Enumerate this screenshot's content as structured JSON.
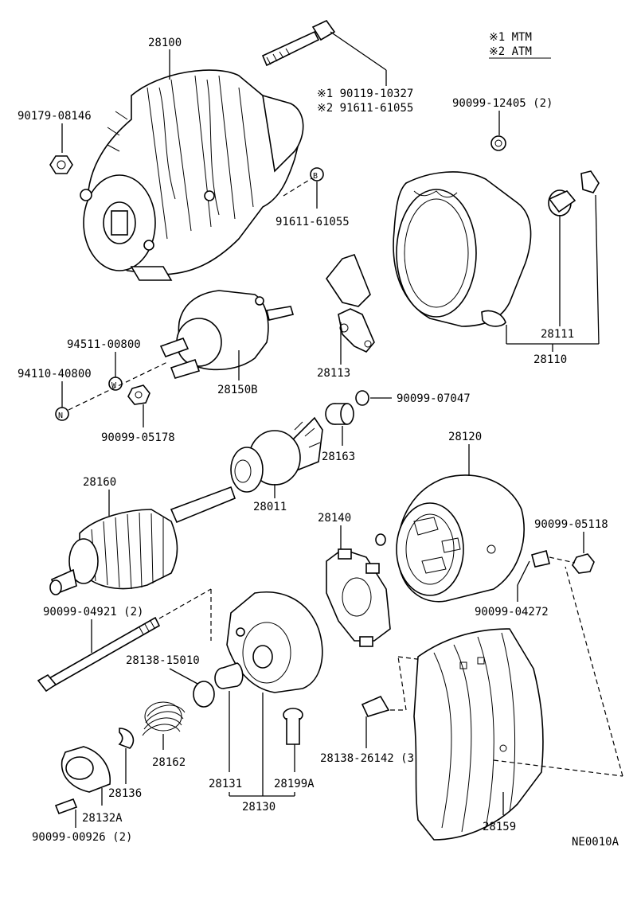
{
  "legend": {
    "line1": "※1 MTM",
    "line2": "※2 ATM"
  },
  "labels": {
    "p28100": "28100",
    "p90179": "90179-08146",
    "p90119": "※1  90119-10327",
    "p91611a": "※2  91611-61055",
    "p90099_12405": "90099-12405 (2)",
    "marker_b": "B",
    "p91611b": "91611-61055",
    "p94511": "94511-00800",
    "marker_w": "W",
    "p94110": "94110-40800",
    "marker_n": "N",
    "p28150b": "28150B",
    "p90099_05178": "90099-05178",
    "p28113": "28113",
    "p28111": "28111",
    "p28110": "28110",
    "p90099_07047": "90099-07047",
    "p28163": "28163",
    "p28120": "28120",
    "p28160": "28160",
    "p28011": "28011",
    "p28140": "28140",
    "p90099_05118": "90099-05118",
    "p90099_04272": "90099-04272",
    "p90099_04921": "90099-04921 (2)",
    "p28138_15010": "28138-15010",
    "p28162": "28162",
    "p28136": "28136",
    "p28131": "28131",
    "p28199a": "28199A",
    "p28130": "28130",
    "p28132a": "28132A",
    "p90099_00926": "90099-00926 (2)",
    "p28138_26142": "28138-26142 (3)",
    "p28159": "28159",
    "figure_code": "NE0010A"
  },
  "colors": {
    "ink": "#000000",
    "paper": "#ffffff"
  }
}
